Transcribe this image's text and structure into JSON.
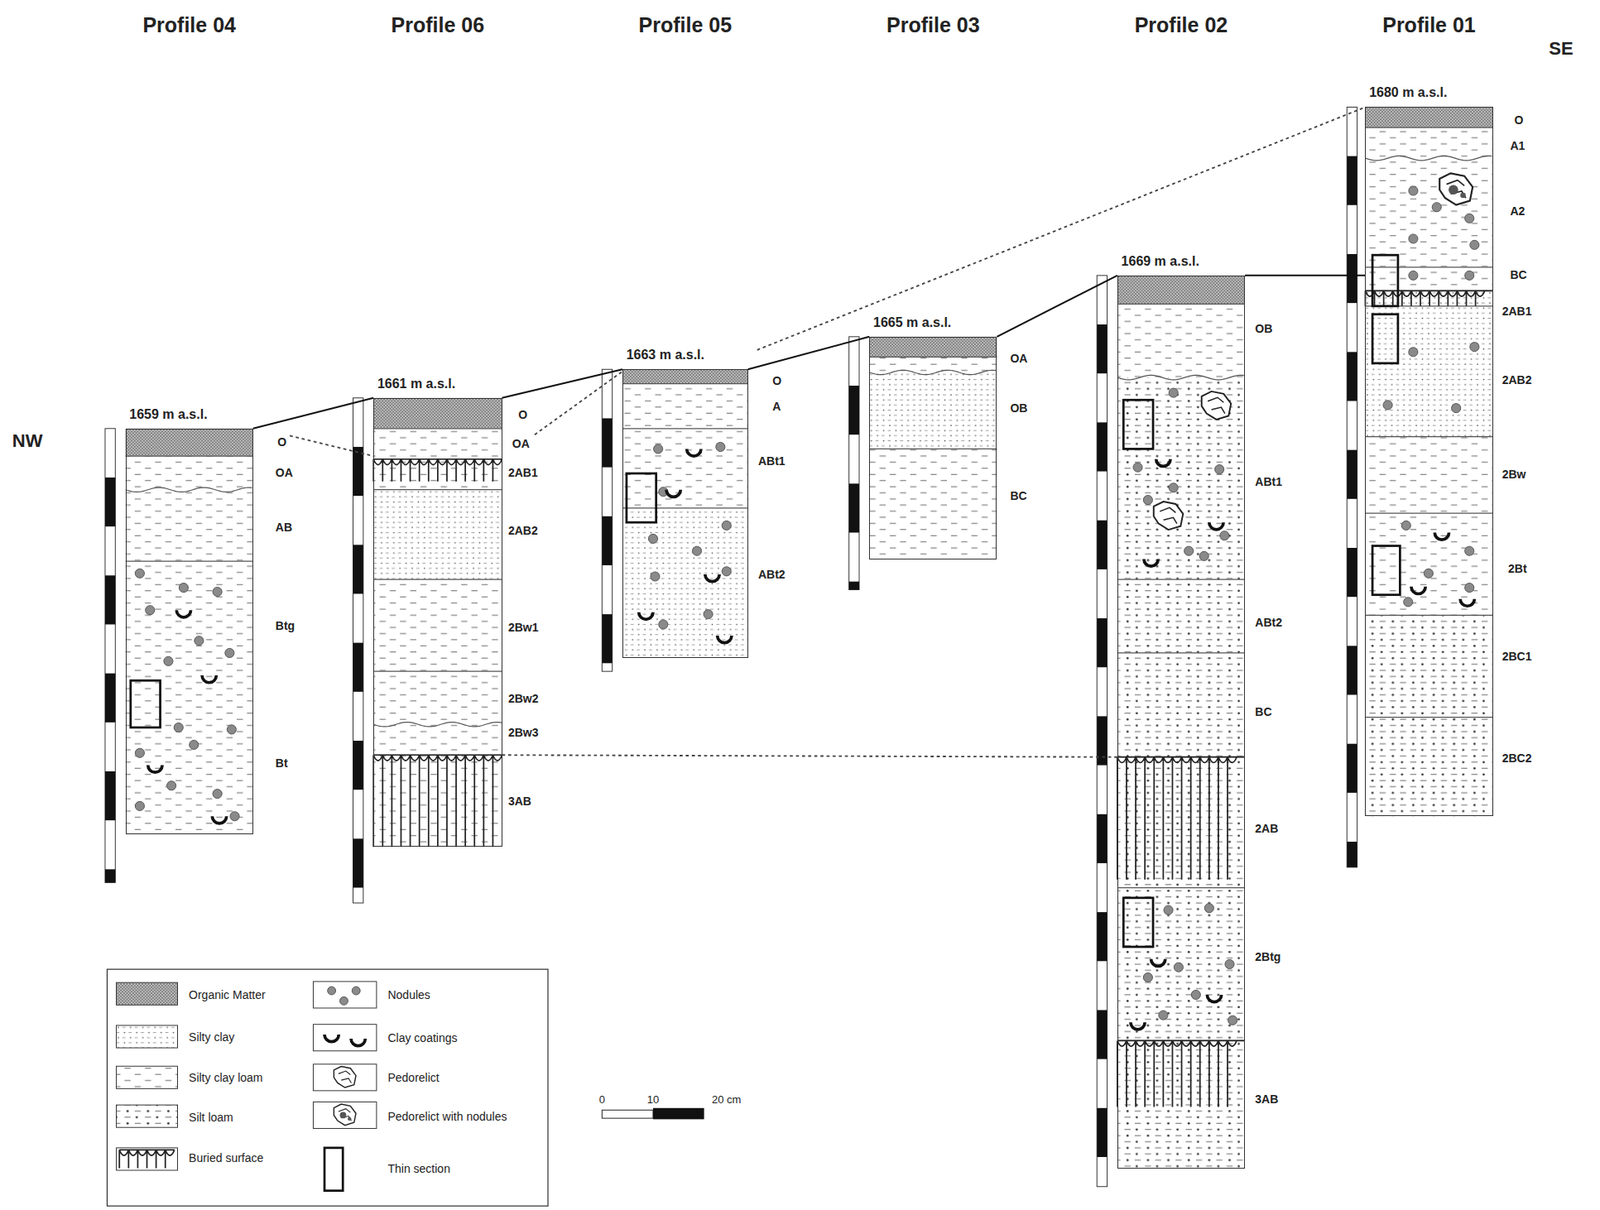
{
  "diagram": {
    "nodes": [
      {
        "text": [
          "Profile 04",
          "1659 m a.s.l."
        ]
      },
      {
        "text": [
          "Profile 06",
          "1661 m a.s.l."
        ]
      },
      {
        "text": [
          "Profile 05",
          "1663 m a.s.l."
        ]
      },
      {
        "text": [
          "Profile 03",
          "1665 m a.s.l."
        ]
      },
      {
        "text": [
          "Profile 02",
          "1669 m a.s.l."
        ]
      },
      {
        "text": [
          "Profile 01",
          "1680 m a.s.l."
        ]
      }
    ],
    "edges": [
      {
        "from": 0,
        "to": 1,
        "arrow": "none"
      },
      {
        "from": 1,
        "to": 2,
        "arrow": "none"
      },
      {
        "from": 2,
        "to": 3,
        "arrow": "none"
      },
      {
        "from": 3,
        "to": 4,
        "arrow": "none"
      },
      {
        "from": 4,
        "to": 5,
        "arrow": "none"
      }
    ],
    "labels": [
      "NW",
      "SE",
      "O",
      "OA",
      "AB",
      "Btg",
      "Bt",
      "O",
      "OA",
      "2AB1",
      "2AB2",
      "2Bw1",
      "2Bw2",
      "2Bw3",
      "3AB",
      "O",
      "A",
      "ABt1",
      "ABt2",
      "OA",
      "OB",
      "BC",
      "OB",
      "ABt1",
      "ABt2",
      "BC",
      "2AB",
      "2Btg",
      "3AB",
      "O",
      "A1",
      "A2",
      "BC",
      "2AB1",
      "2AB2",
      "2Bw",
      "2Bt",
      "2BC1",
      "2BC2",
      "0",
      "10",
      "20 cm"
    ],
    "legend": [
      {
        "text": "Organic Matter"
      },
      {
        "text": "Silty clay"
      },
      {
        "text": "Silty clay loam"
      },
      {
        "text": "Silt loam"
      },
      {
        "text": "Buried surface"
      },
      {
        "text": "Nodules"
      },
      {
        "text": "Clay coatings"
      },
      {
        "text": "Pedorelict"
      },
      {
        "text": "Pedorelict with nodules"
      },
      {
        "text": "Thin section"
      }
    ]
  }
}
